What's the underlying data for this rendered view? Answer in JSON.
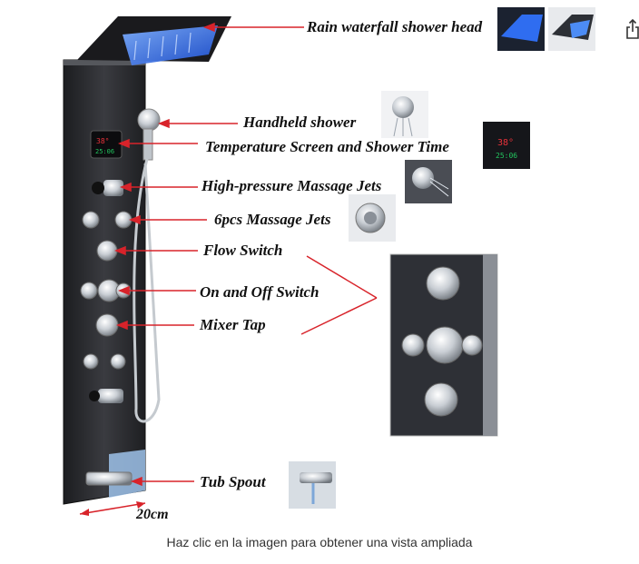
{
  "labels": {
    "rain_head": "Rain waterfall shower head",
    "handheld": "Handheld shower",
    "temperature": "Temperature Screen and Shower Time",
    "high_pressure": "High-pressure Massage Jets",
    "massage_jets": "6pcs Massage Jets",
    "flow_switch": "Flow Switch",
    "on_off": "On and Off Switch",
    "mixer": "Mixer Tap",
    "tub_spout": "Tub Spout",
    "dimension": "20cm"
  },
  "display": {
    "temp": "38°",
    "time": "25:06"
  },
  "caption": "Haz clic en la imagen para obtener una vista ampliada",
  "colors": {
    "arrow": "#d8232a",
    "panel": "#2b2c30",
    "led_blue": "#2f6df0",
    "chrome": "#c8cdd2"
  },
  "icons": {
    "share": "share-icon"
  }
}
